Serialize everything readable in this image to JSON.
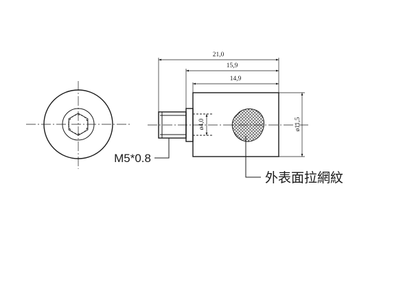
{
  "dimensions": {
    "overall_length": "21,0",
    "body_plus_step": "15,9",
    "body_length": "14,9",
    "bore_diameter": "ø4,0",
    "outer_diameter": "ø11,5"
  },
  "callouts": {
    "thread": "M5*0.8",
    "knurl_note": "外表面拉網紋"
  }
}
